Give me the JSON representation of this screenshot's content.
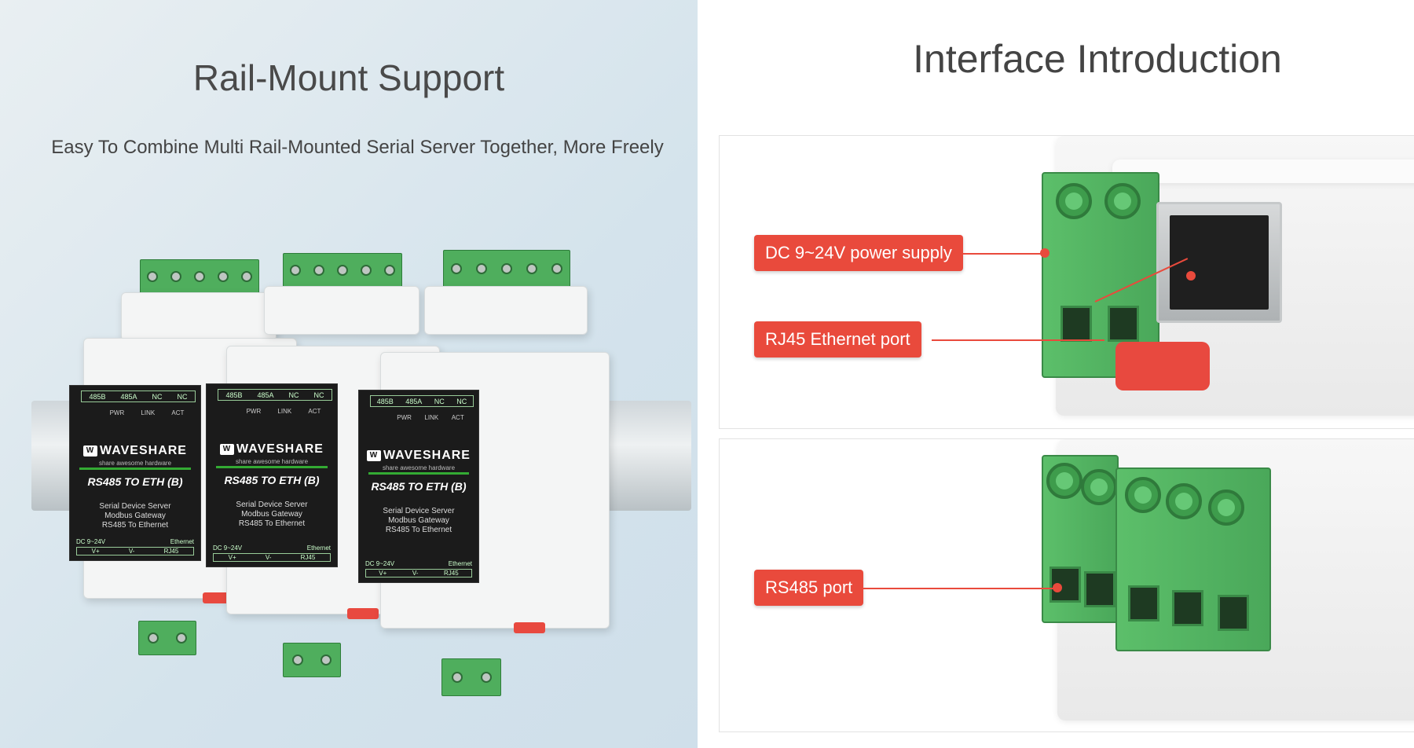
{
  "left": {
    "title": "Rail-Mount Support",
    "subtitle": "Easy To Combine Multi Rail-Mounted Serial Server Together, More Freely"
  },
  "right": {
    "title": "Interface Introduction",
    "callouts": {
      "power": "DC 9~24V power supply",
      "ethernet": "RJ45 Ethernet port",
      "rs485": "RS485 port"
    }
  },
  "device": {
    "pins": [
      "485B",
      "485A",
      "NC",
      "NC"
    ],
    "leds": [
      "PWR",
      "LINK",
      "ACT"
    ],
    "brand": "WAVESHARE",
    "tagline": "share awesome hardware",
    "model": "RS485 TO ETH (B)",
    "desc": [
      "Serial Device Server",
      "Modbus Gateway",
      "RS485 To Ethernet"
    ],
    "foot_left": "DC 9~24V",
    "foot_right": "Ethernet",
    "foot_pins": [
      "V+",
      "V-",
      "RJ45"
    ]
  },
  "colors": {
    "callout": "#e94a3c",
    "terminal": "#4fae5d",
    "left_bg": "#d4e3ec"
  }
}
